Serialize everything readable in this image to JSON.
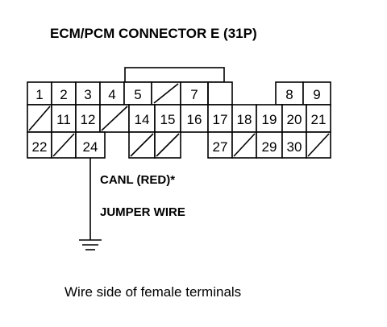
{
  "title": "ECM/PCM CONNECTOR E (31P)",
  "wire_label": "CANL (RED)*",
  "jumper_label": "JUMPER WIRE",
  "caption": "Wire side of female terminals",
  "connector": {
    "row1": [
      "1",
      "2",
      "3",
      "4",
      "5",
      "",
      "7",
      "",
      "8",
      "9"
    ],
    "row2": [
      "",
      "11",
      "12",
      "",
      "14",
      "15",
      "16",
      "17",
      "18",
      "19",
      "20",
      "21"
    ],
    "row3": [
      "22",
      "",
      "24",
      "",
      "",
      "27",
      "",
      "29",
      "30",
      ""
    ],
    "highlighted_pin": "24"
  }
}
